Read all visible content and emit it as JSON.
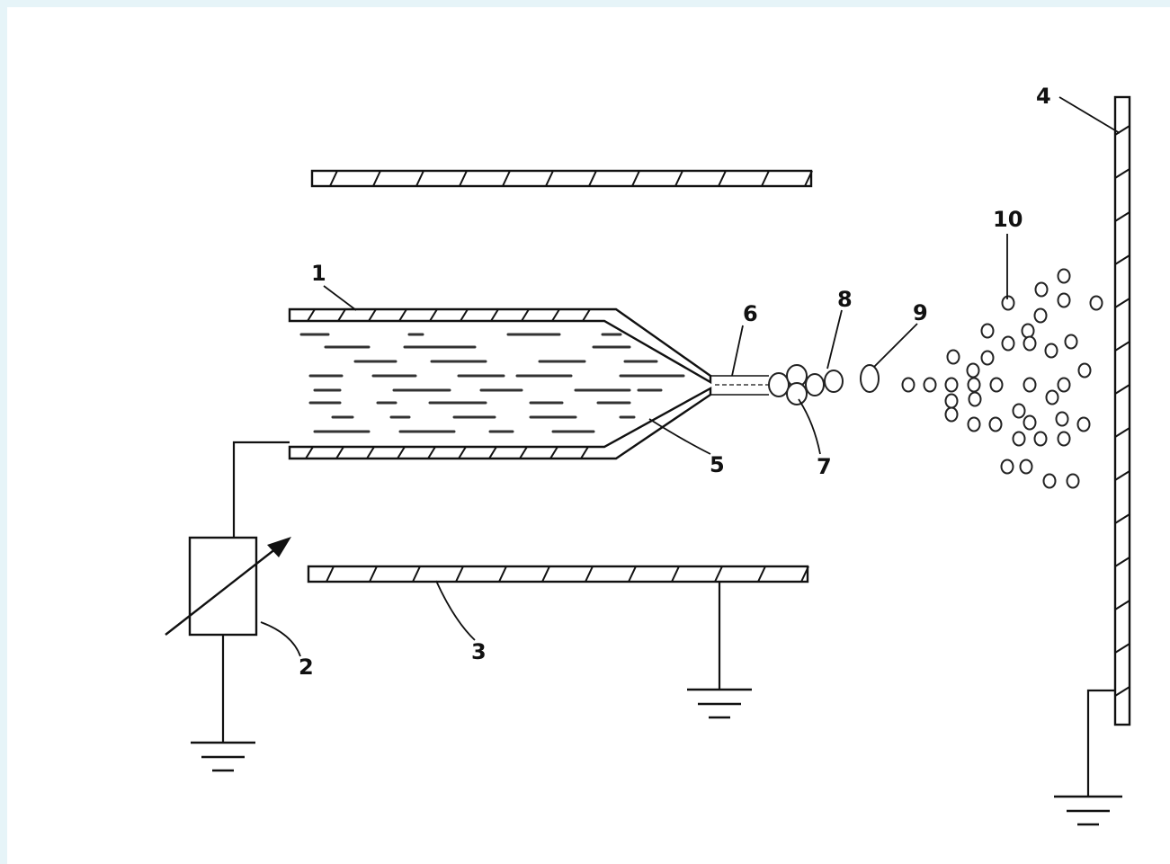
{
  "labels": {
    "l1": "1",
    "l2": "2",
    "l3": "3",
    "l4": "4",
    "l5": "5",
    "l6": "6",
    "l7": "7",
    "l8": "8",
    "l9": "9",
    "l10": "10"
  },
  "colors": {
    "background_border": "#e6f4f8",
    "ink": "#111111",
    "paper": "#ffffff"
  }
}
